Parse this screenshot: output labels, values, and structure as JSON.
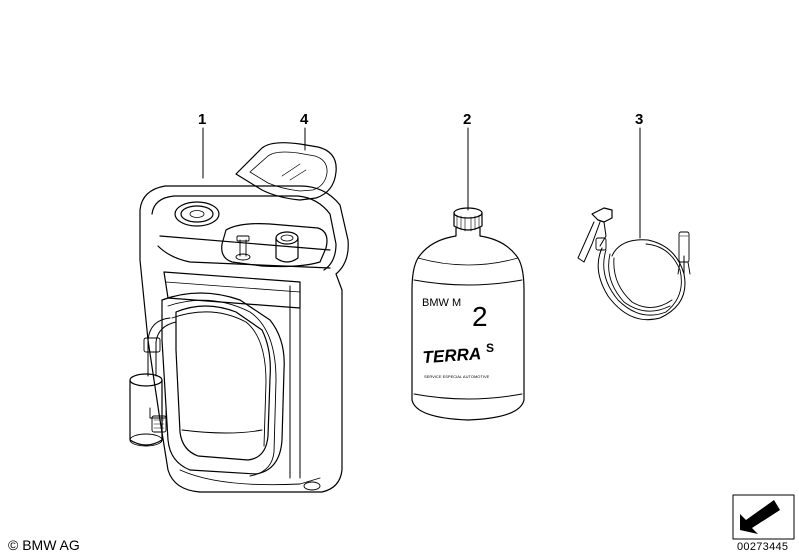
{
  "callouts": [
    {
      "id": "1",
      "part": "compressor-unit"
    },
    {
      "id": "4",
      "part": "cover-sticker"
    },
    {
      "id": "2",
      "part": "sealant-bottle"
    },
    {
      "id": "3",
      "part": "filler-hose"
    }
  ],
  "bottle": {
    "brand": "BMW M",
    "number": "2",
    "product": "TERRA",
    "product_suffix": "S",
    "fine_print": "SERVICE ESPECIAL AUTOMOTIVE"
  },
  "footer": {
    "copyright": "© BMW AG",
    "document_number": "00273445"
  },
  "colors": {
    "line": "#000000",
    "background": "#ffffff"
  }
}
